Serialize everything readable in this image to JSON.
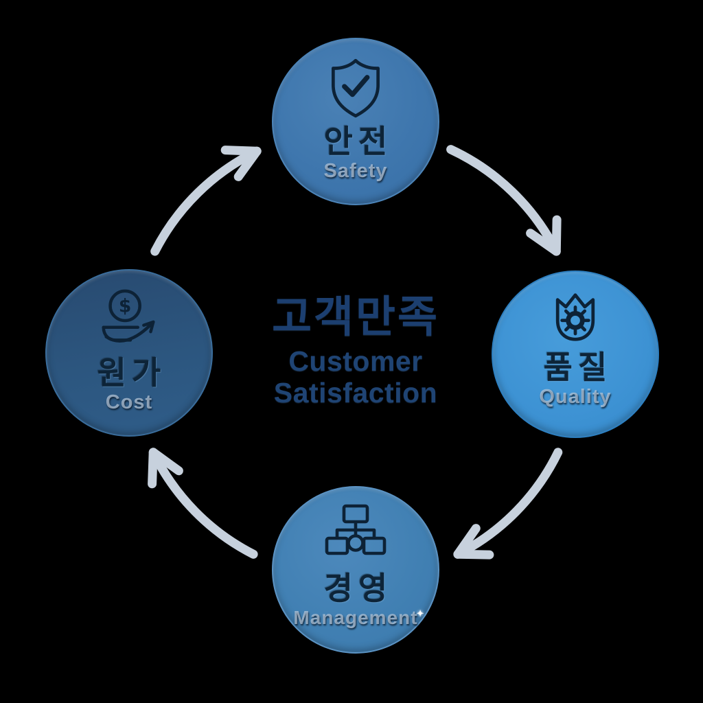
{
  "background_color": "#000000",
  "center": {
    "title_ko": "고객만족",
    "title_en_line1": "Customer",
    "title_en_line2": "Satisfaction",
    "text_color_ko": "#1c3f70",
    "text_color_en": "#1f4474"
  },
  "nodes": [
    {
      "id": "safety",
      "label_ko": "안전",
      "label_en": "Safety",
      "icon": "shield-check-icon",
      "fill": "#3e76ad"
    },
    {
      "id": "quality",
      "label_ko": "품질",
      "label_en": "Quality",
      "icon": "quality-badge-gear-icon",
      "fill": "#3e93d4"
    },
    {
      "id": "management",
      "label_ko": "경영",
      "label_en": "Management",
      "icon": "org-chart-icon",
      "fill": "#4180b3"
    },
    {
      "id": "cost",
      "label_ko": "원가",
      "label_en": "Cost",
      "icon": "coin-dollar-arrow-icon",
      "fill": "#2c567f"
    }
  ],
  "arrows": {
    "direction": "clockwise",
    "count": 4,
    "color": "#c7d1dd"
  },
  "icon_stroke_color": "#0d2236",
  "label_en_color": "#bacadc",
  "sparkle_glyph": "✦"
}
